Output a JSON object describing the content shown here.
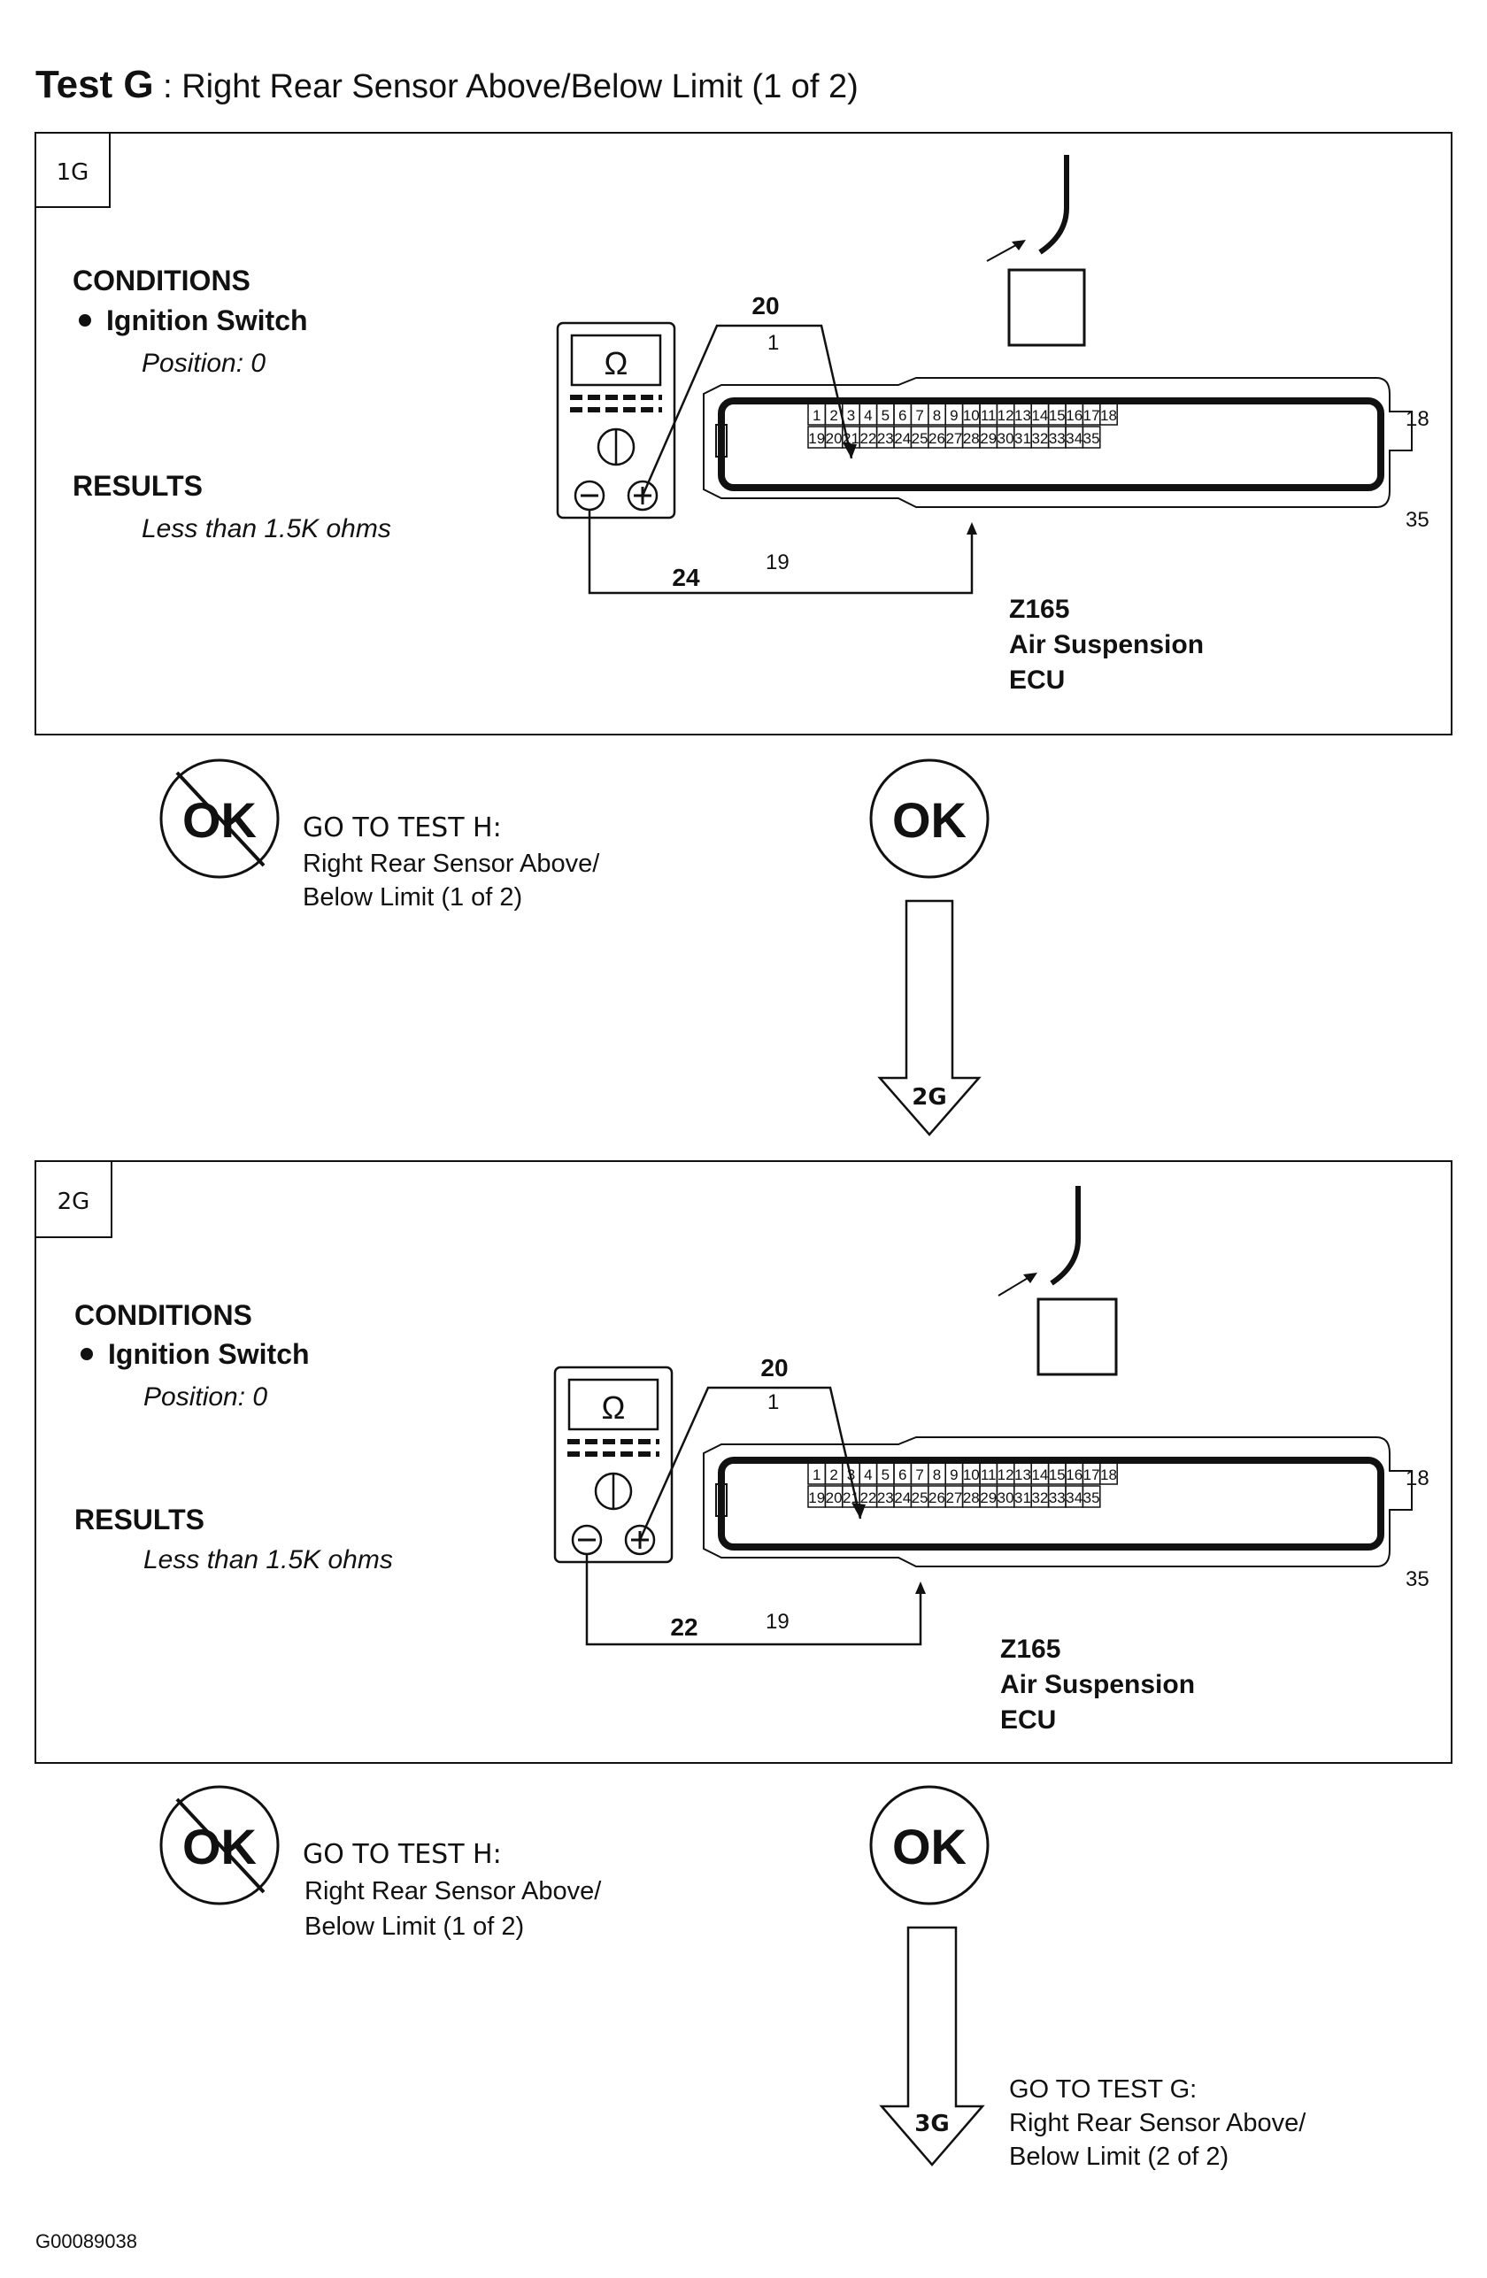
{
  "title": {
    "prefix": "Test G",
    "text": ": Right Rear Sensor Above/Below Limit (1 of 2)"
  },
  "steps": [
    {
      "id": "1G",
      "conditions_label": "CONDITIONS",
      "condition": "Ignition Switch",
      "position": "Position: 0",
      "results_label": "RESULTS",
      "result": "Less than 1.5K ohms",
      "probe_pos": "20",
      "probe_neg": "24",
      "component_id": "Z165",
      "component_name": "Air Suspension",
      "component_type": "ECU",
      "nok": {
        "badge": "OK",
        "line1": "GO TO TEST H:",
        "line2": "Right Rear Sensor Above/",
        "line3": "Below Limit (1 of 2)"
      },
      "ok_badge": "OK",
      "next": "2G"
    },
    {
      "id": "2G",
      "conditions_label": "CONDITIONS",
      "condition": "Ignition Switch",
      "position": "Position: 0",
      "results_label": "RESULTS",
      "result": "Less than 1.5K ohms",
      "probe_pos": "20",
      "probe_neg": "22",
      "component_id": "Z165",
      "component_name": "Air Suspension",
      "component_type": "ECU",
      "nok": {
        "badge": "OK",
        "line1": "GO TO TEST H:",
        "line2": "Right Rear Sensor Above/",
        "line3": "Below Limit (1 of 2)"
      },
      "ok_badge": "OK",
      "next": "3G",
      "next_text": {
        "line1": "GO TO TEST G:",
        "line2": "Right Rear Sensor Above/",
        "line3": "Below Limit (2 of 2)"
      }
    }
  ],
  "connector": {
    "pin_first_top": "1",
    "pin_last_top": "18",
    "pin_first_bottom": "19",
    "pin_last_bottom": "35",
    "top_row": [
      "1",
      "2",
      "3",
      "4",
      "5",
      "6",
      "7",
      "8",
      "9",
      "10",
      "11",
      "12",
      "13",
      "14",
      "15",
      "16",
      "17",
      "18"
    ],
    "bottom_row": [
      "19",
      "20",
      "21",
      "22",
      "23",
      "24",
      "25",
      "26",
      "27",
      "28",
      "29",
      "30",
      "31",
      "32",
      "33",
      "34",
      "35"
    ]
  },
  "meter_symbol": "Ω",
  "figure_id": "G00089038"
}
